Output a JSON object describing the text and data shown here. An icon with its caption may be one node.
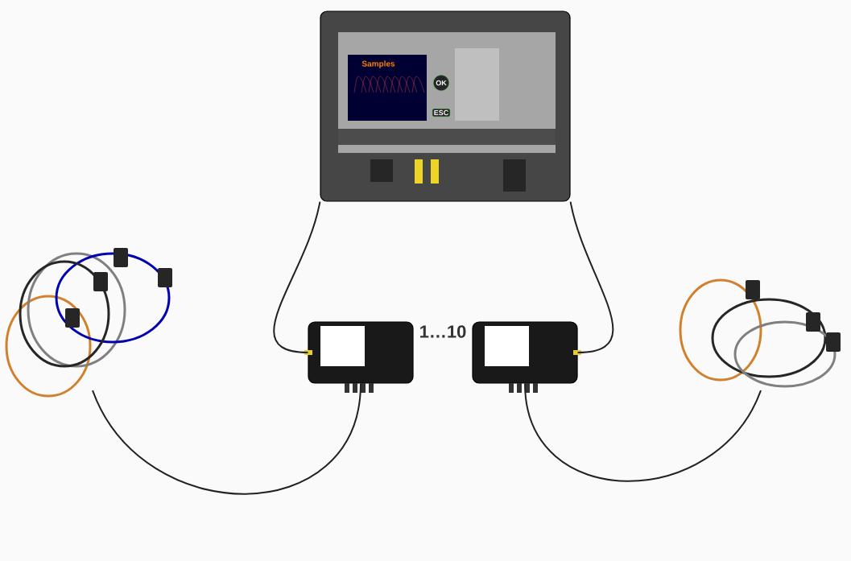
{
  "diagram": {
    "nodes": [
      {
        "text": [],
        "shape": "box"
      },
      {
        "text": [],
        "shape": "box"
      },
      {
        "text": [],
        "shape": "box"
      },
      {
        "text": [],
        "shape": "picture"
      },
      {
        "text": [],
        "shape": "picture"
      }
    ],
    "edges": [
      {
        "from": 0,
        "to": 1,
        "arrow": "none"
      },
      {
        "from": 0,
        "to": 2,
        "arrow": "none"
      },
      {
        "from": 1,
        "to": 3,
        "arrow": "none"
      },
      {
        "from": 2,
        "to": 4,
        "arrow": "none"
      }
    ],
    "labels": [
      "Samples",
      "OK",
      "ESC",
      "1…10"
    ]
  }
}
